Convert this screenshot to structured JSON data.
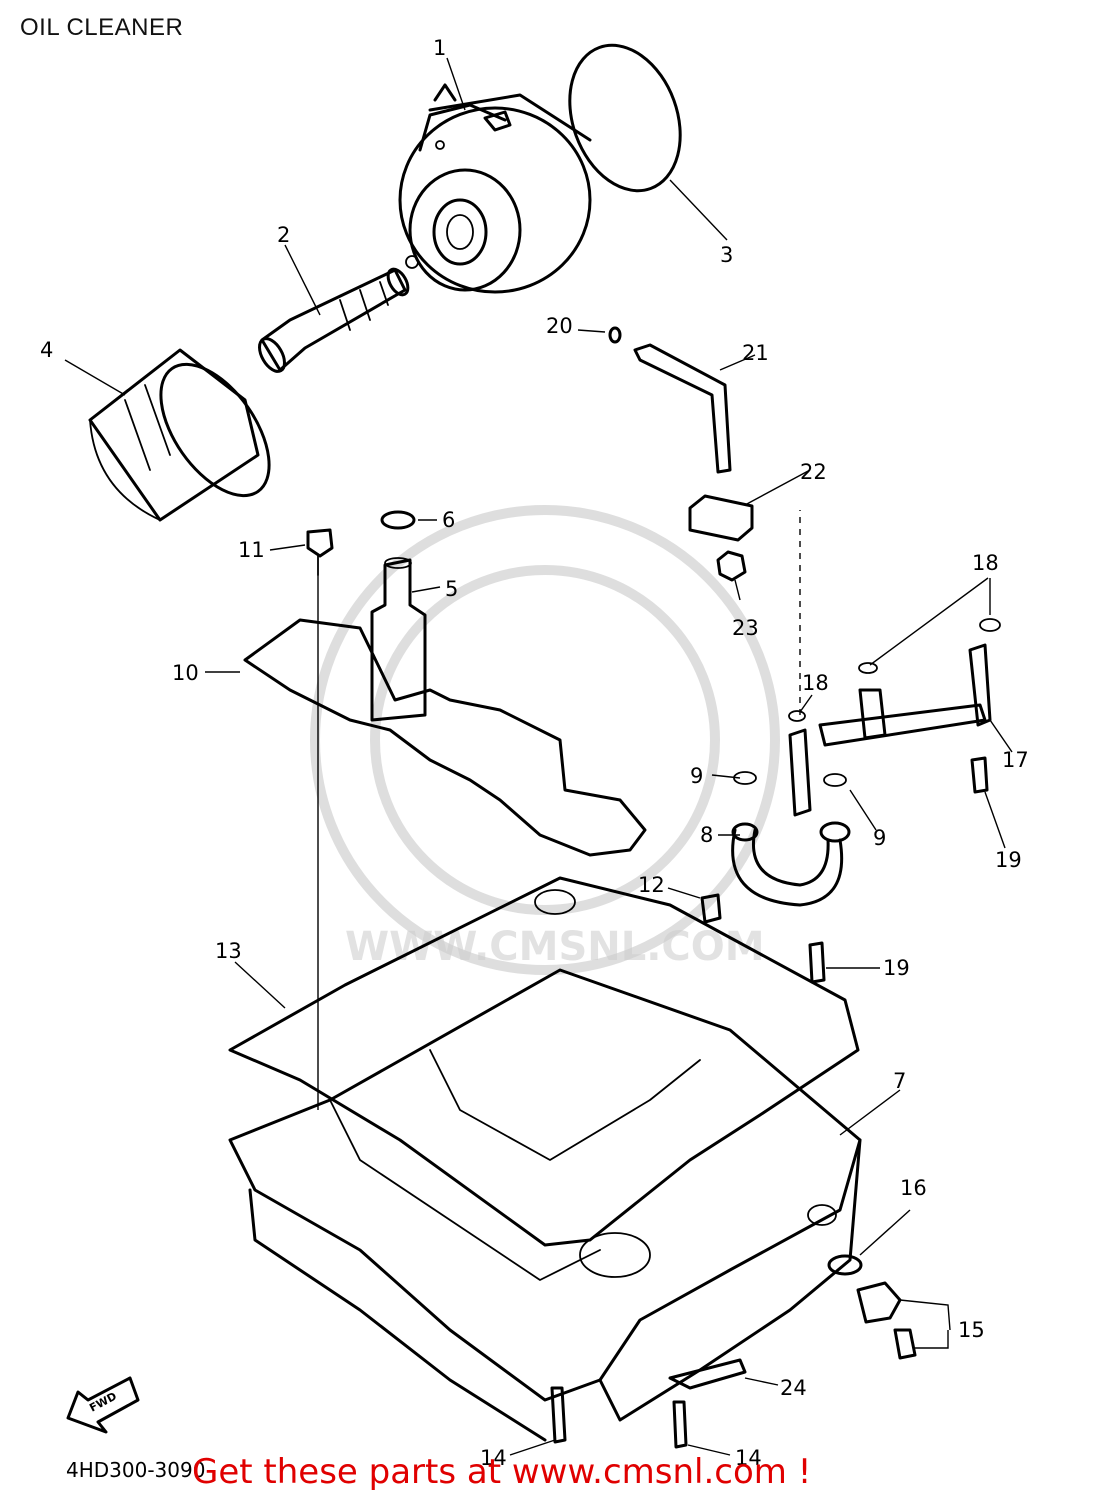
{
  "title": "OIL CLEANER",
  "drawing_code": "4HD300-3090",
  "promo_text": "Get these parts at www.cmsnl.com !",
  "fwd_label": "FWD",
  "watermark_text": "WWW.CMSNL.COM",
  "callouts": [
    "1",
    "2",
    "3",
    "4",
    "5",
    "6",
    "7",
    "8",
    "9",
    "9",
    "10",
    "11",
    "12",
    "13",
    "14",
    "14",
    "15",
    "16",
    "17",
    "18",
    "18",
    "19",
    "19",
    "20",
    "21",
    "22",
    "23",
    "24"
  ],
  "colors": {
    "promo": "#e00000",
    "line": "#000000"
  }
}
